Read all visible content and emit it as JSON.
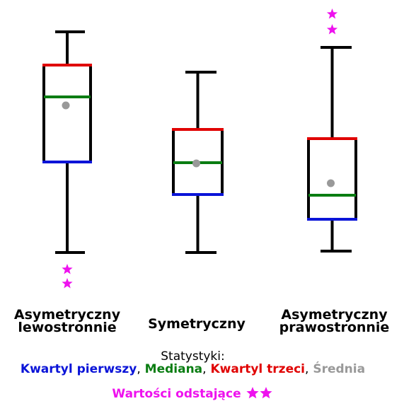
{
  "colors": {
    "q1": "#0a14d8",
    "median": "#0a7d12",
    "q3": "#e00000",
    "mean": "#999999",
    "outlier": "#ee11ee",
    "whisker": "#000000"
  },
  "boxes": [
    {
      "label_line1": "Asymetryczny",
      "label_line2": "lewostronnie",
      "whisker_low": 357,
      "q1": 229,
      "median": 137,
      "mean": 149,
      "q3": 92,
      "whisker_high": 45,
      "outliers": [
        381,
        401
      ]
    },
    {
      "label_line1": "Symetryczny",
      "label_line2": "",
      "whisker_low": 357,
      "q1": 275,
      "median": 230,
      "mean": 231,
      "q3": 183,
      "whisker_high": 102,
      "outliers": []
    },
    {
      "label_line1": "Asymetryczny",
      "label_line2": "prawostronnie",
      "whisker_low": 355,
      "q1": 310,
      "median": 276,
      "mean": 259,
      "q3": 196,
      "whisker_high": 67,
      "outliers": [
        20,
        42
      ]
    }
  ],
  "legend": {
    "title": "Statystyki:",
    "q1_label": "Kwartyl pierwszy",
    "median_label": "Mediana",
    "q3_label": "Kwartyl trzeci",
    "mean_label": "Średnia",
    "separator": ",",
    "outliers_label": "Wartości odstające"
  }
}
